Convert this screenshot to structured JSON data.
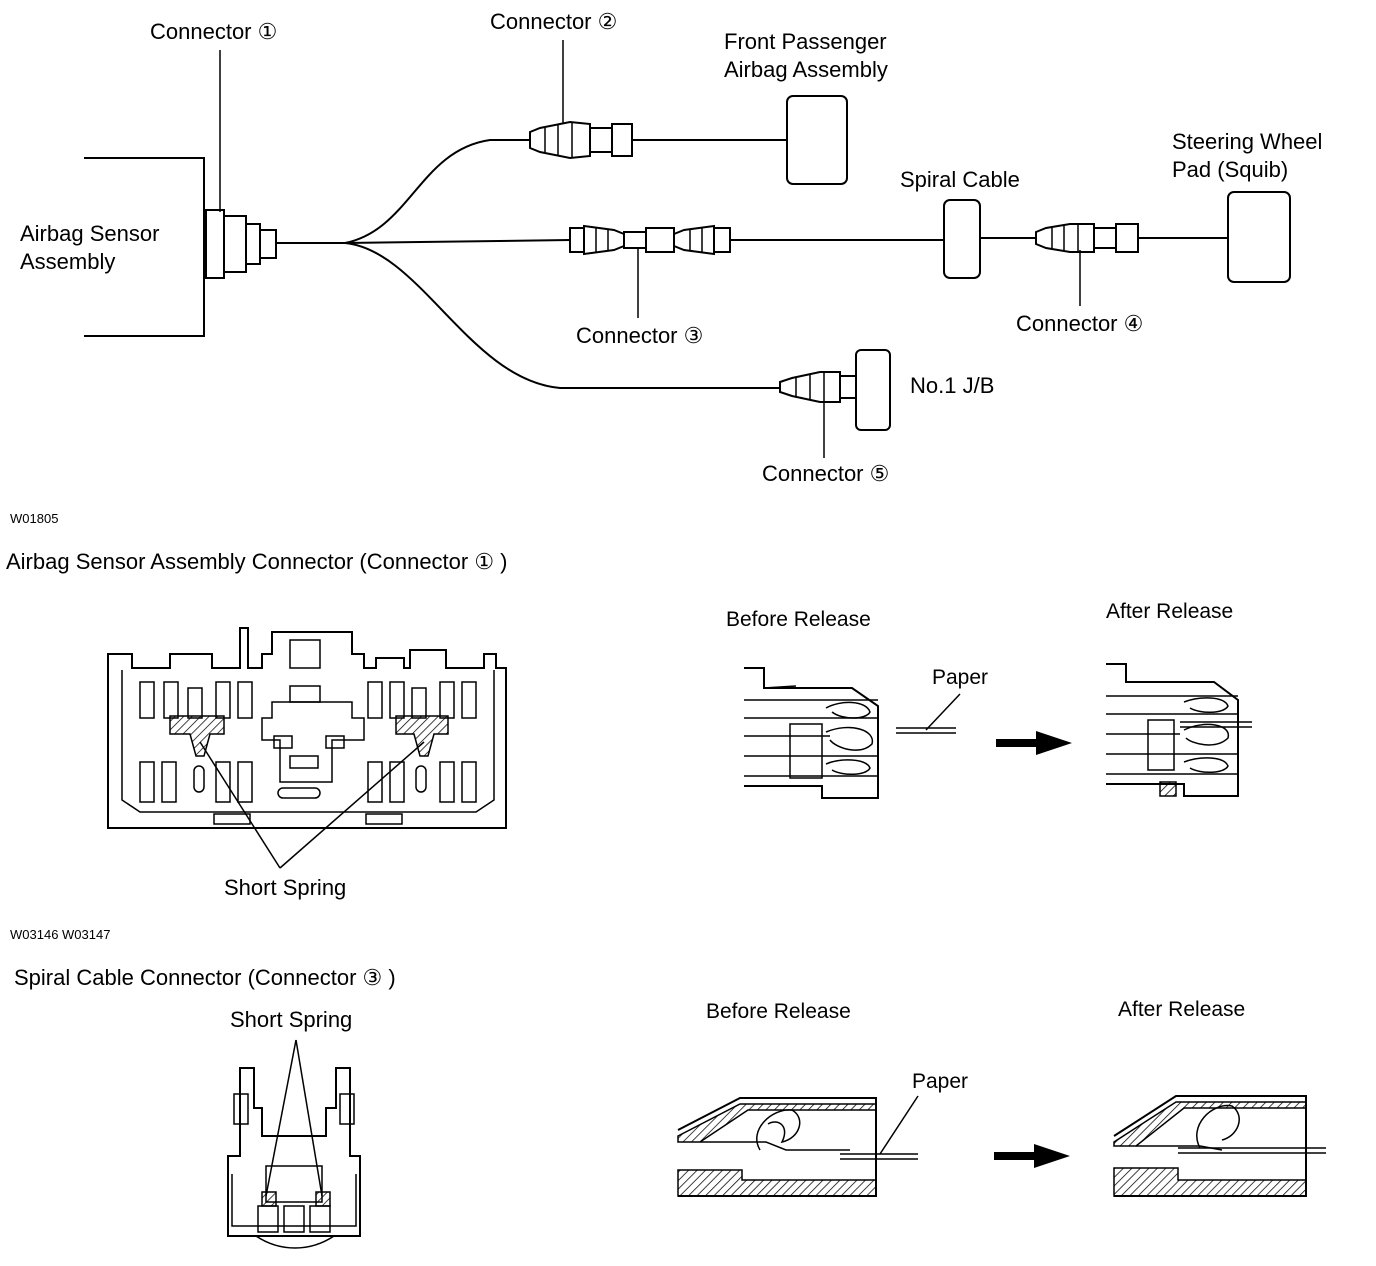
{
  "top_diagram": {
    "connector_1": "Connector ①",
    "connector_2": "Connector ②",
    "connector_3": "Connector ③",
    "connector_4": "Connector ④",
    "connector_5": "Connector ⑤",
    "airbag_sensor_line1": "Airbag Sensor",
    "airbag_sensor_line2": "Assembly",
    "front_passenger_line1": "Front Passenger",
    "front_passenger_line2": "Airbag Assembly",
    "spiral_cable": "Spiral Cable",
    "steering_wheel_line1": "Steering Wheel",
    "steering_wheel_line2": "Pad (Squib)",
    "jb": "No.1 J/B",
    "figure_code": "W01805"
  },
  "section_1": {
    "title": "Airbag Sensor Assembly Connector (Connector ① )",
    "short_spring": "Short Spring",
    "before_release": "Before Release",
    "after_release": "After Release",
    "paper": "Paper",
    "figure_code": "W03146 W03147"
  },
  "section_2": {
    "title": "Spiral Cable Connector (Connector ③ )",
    "short_spring": "Short Spring",
    "before_release": "Before Release",
    "after_release": "After Release",
    "paper": "Paper"
  }
}
